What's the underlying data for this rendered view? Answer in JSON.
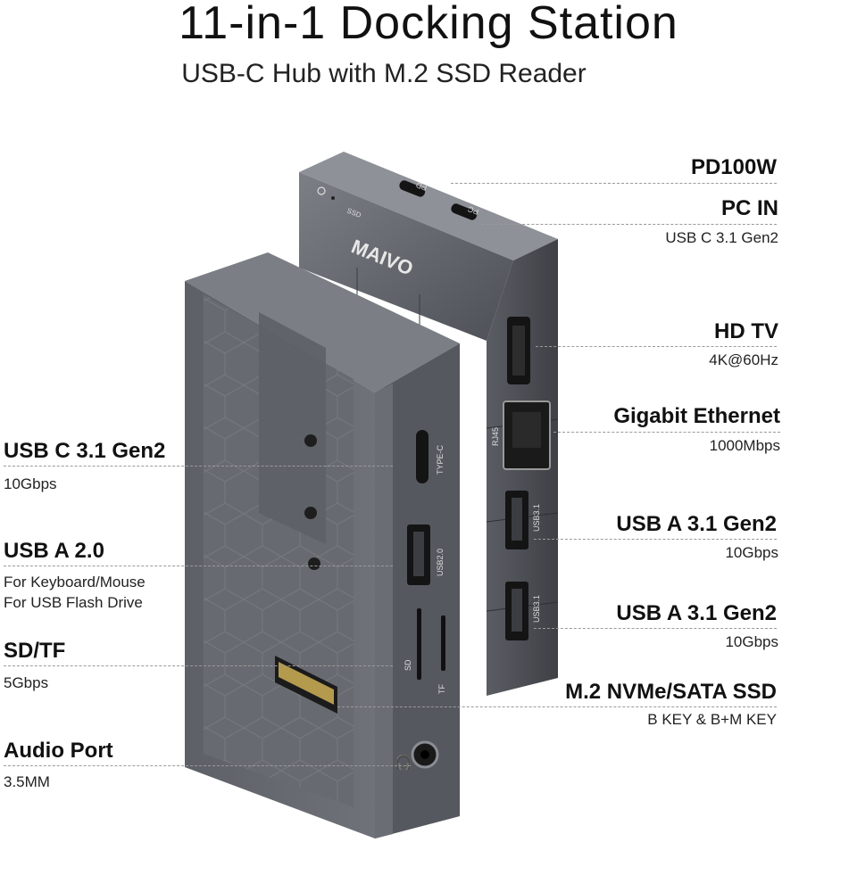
{
  "header": {
    "title": "11-in-1 Docking Station",
    "subtitle": "USB-C Hub with M.2 SSD Reader"
  },
  "device": {
    "brand": "MAIVO",
    "port_marks": {
      "pd": "PD",
      "pc": "PC",
      "ssd": "SSD",
      "typec": "TYPE-C",
      "usb20": "USB2.0",
      "sd": "SD",
      "tf": "TF",
      "rj45": "RJ45",
      "usb31a": "USB3.1",
      "usb31b": "USB3.1"
    }
  },
  "ports_right": [
    {
      "title": "PD100W",
      "detail": ""
    },
    {
      "title": "PC IN",
      "detail": "USB C 3.1 Gen2"
    },
    {
      "title": "HD TV",
      "detail": "4K@60Hz"
    },
    {
      "title": "Gigabit Ethernet",
      "detail": "1000Mbps"
    },
    {
      "title": "USB A 3.1 Gen2",
      "detail": "10Gbps"
    },
    {
      "title": "USB A 3.1 Gen2",
      "detail": "10Gbps"
    },
    {
      "title": "M.2 NVMe/SATA SSD",
      "detail": "B KEY & B+M KEY"
    }
  ],
  "ports_left": [
    {
      "title": "USB C 3.1 Gen2",
      "detail": "10Gbps"
    },
    {
      "title": "USB A 2.0",
      "detail": "For Keyboard/Mouse",
      "detail2": "For USB Flash Drive"
    },
    {
      "title": "SD/TF",
      "detail": "5Gbps"
    },
    {
      "title": "Audio Port",
      "detail": "3.5MM"
    }
  ],
  "colors": {
    "body_dark": "#4a4c52",
    "body_mid": "#6b6e75",
    "body_light": "#8a8d93",
    "tray": "#6a6c72",
    "port_black": "#141414"
  }
}
